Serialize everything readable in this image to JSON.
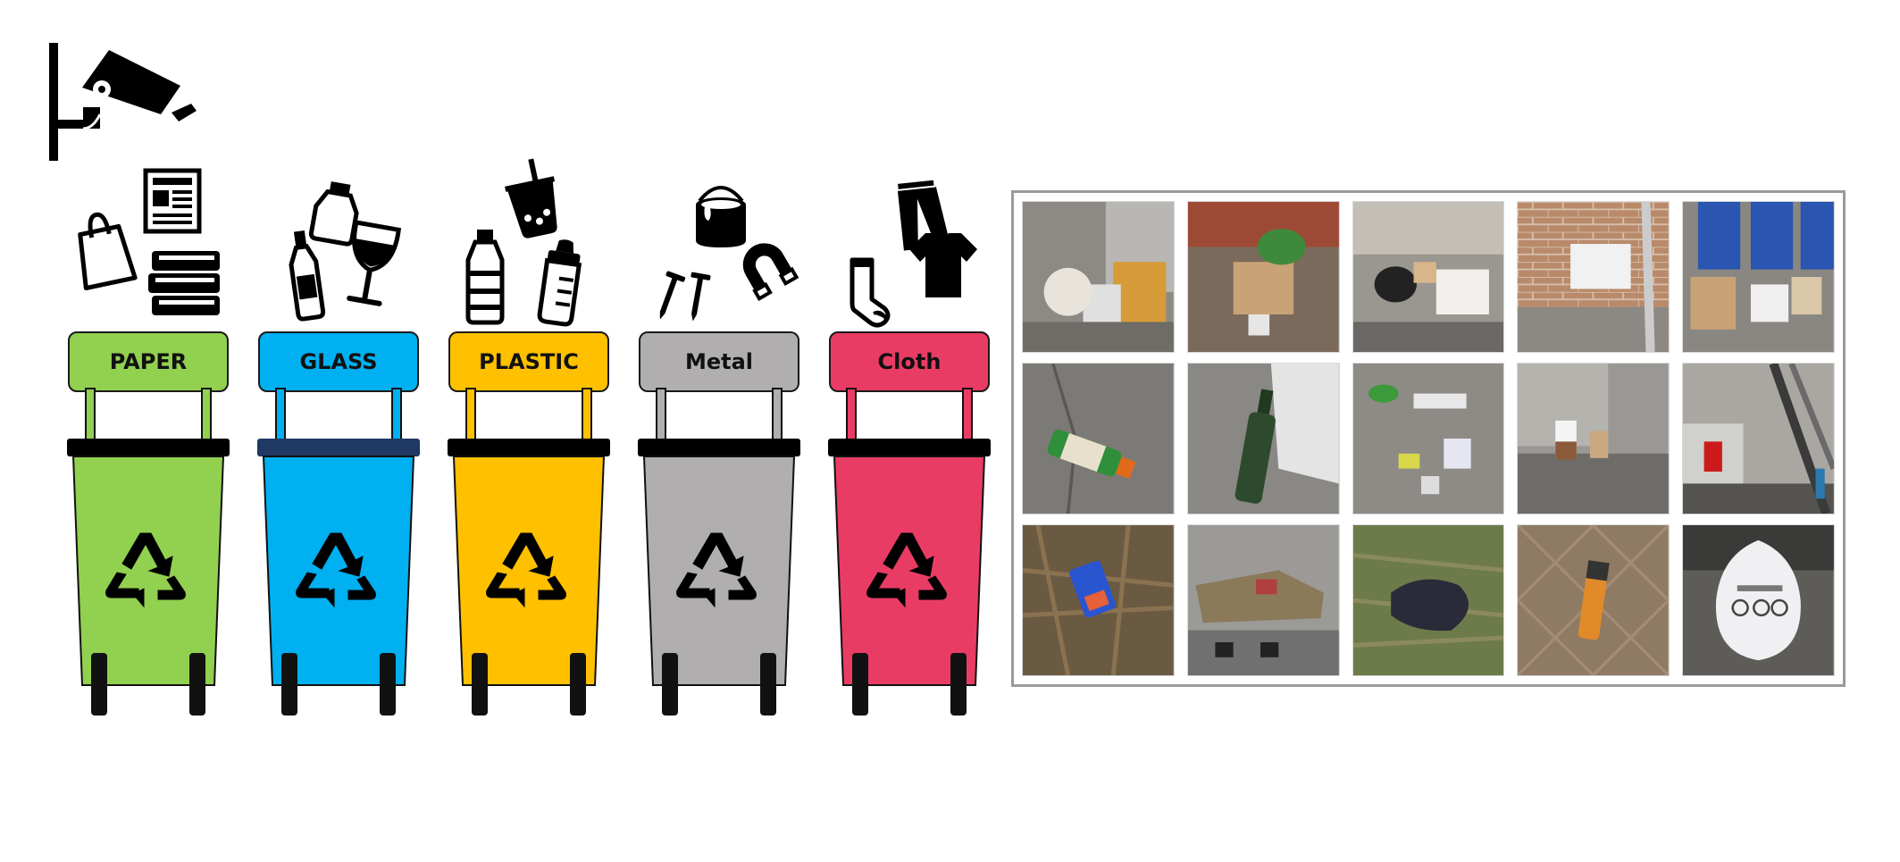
{
  "icons": {
    "camera": "cctv-camera-icon",
    "recycle": "recycle-icon"
  },
  "bins": [
    {
      "id": "paper",
      "label": "PAPER",
      "color": "#92d050",
      "rim": "#000000",
      "items": [
        "shopping-bag-icon",
        "newspaper-icon",
        "books-icon"
      ]
    },
    {
      "id": "glass",
      "label": "GLASS",
      "color": "#00b0f0",
      "rim": "#1f3864",
      "items": [
        "bottle-icon",
        "jar-icon",
        "wine-glass-icon"
      ]
    },
    {
      "id": "plastic",
      "label": "PLASTIC",
      "color": "#ffc000",
      "rim": "#000000",
      "items": [
        "water-bottle-icon",
        "bubble-tea-icon",
        "baby-bottle-icon"
      ]
    },
    {
      "id": "metal",
      "label": "Metal",
      "color": "#b0aeae",
      "rim": "#000000",
      "items": [
        "nails-icon",
        "paint-can-icon",
        "magnet-icon"
      ]
    },
    {
      "id": "cloth",
      "label": "Cloth",
      "color": "#e93c65",
      "rim": "#000000",
      "items": [
        "sock-icon",
        "pants-icon",
        "t-shirt-icon"
      ]
    }
  ],
  "photos": [
    {
      "name": "photo-trash-pile-bags",
      "subject": "bags and boxes by wall"
    },
    {
      "name": "photo-cardboard-boxes",
      "subject": "open cardboard boxes"
    },
    {
      "name": "photo-styrofoam-trash",
      "subject": "styrofoam and bags"
    },
    {
      "name": "photo-white-box-wall",
      "subject": "white box on brick wall"
    },
    {
      "name": "photo-blue-bins-boxes",
      "subject": "blue bins with boxes"
    },
    {
      "name": "photo-bottle-pavement",
      "subject": "bottle on pavement"
    },
    {
      "name": "photo-green-glass-bottle",
      "subject": "green glass bottle"
    },
    {
      "name": "photo-scattered-litter",
      "subject": "scattered litter"
    },
    {
      "name": "photo-coffee-cups",
      "subject": "coffee cups on ledge"
    },
    {
      "name": "photo-soda-can",
      "subject": "soda can by pillar"
    },
    {
      "name": "photo-battery-ground",
      "subject": "battery on leaves"
    },
    {
      "name": "photo-boot-grate",
      "subject": "boot on grate"
    },
    {
      "name": "photo-black-plastic-bag",
      "subject": "black plastic bag on grass"
    },
    {
      "name": "photo-battery-mat",
      "subject": "battery on mat"
    },
    {
      "name": "photo-waste-bag",
      "subject": "white waste bag"
    }
  ]
}
